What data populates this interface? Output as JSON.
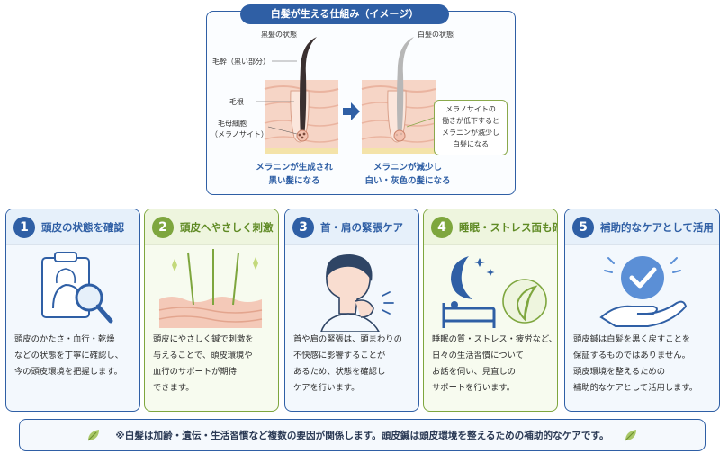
{
  "diagram": {
    "title": "白髪が生える仕組み（イメージ）",
    "black_state_label": "黒髪の状態",
    "white_state_label": "白髪の状態",
    "labels": {
      "shaft": "毛幹（黒い部分）",
      "root": "毛根",
      "matrix_line1": "毛母細胞",
      "matrix_line2": "（メラノサイト）"
    },
    "note": [
      "メラノサイトの",
      "働きが低下すると",
      "メラニンが減少し",
      "白髪になる"
    ],
    "caption_left": [
      "メラニンが生成され",
      "黒い髪になる"
    ],
    "caption_right": [
      "メラニンが減少し",
      "白い・灰色の髪になる"
    ]
  },
  "cards": [
    {
      "number": "1",
      "title": "頭皮の状態を確認",
      "icon": "clipboard-magnifier-icon",
      "body": [
        "頭皮のかたさ・血行・乾燥",
        "などの状態を丁寧に確認し、",
        "今の頭皮環境を把握します。"
      ]
    },
    {
      "number": "2",
      "title": "頭皮へやさしく刺激",
      "icon": "acupuncture-needles-icon",
      "body": [
        "頭皮にやさしく鍼で刺激を",
        "与えることで、頭皮環境や",
        "血行のサポートが期待",
        "できます。"
      ]
    },
    {
      "number": "3",
      "title": "首・肩の緊張ケア",
      "icon": "neck-touch-woman-icon",
      "body": [
        "首や肩の緊張は、頭まわりの",
        "不快感に影響することが",
        "あるため、状態を確認し",
        "ケアを行います。"
      ]
    },
    {
      "number": "4",
      "title": "睡眠・ストレス面も確認",
      "icon": "moon-bed-leaf-icon",
      "body": [
        "睡眠の質・ストレス・疲労など、",
        "日々の生活習慣について",
        "お話を伺い、見直しの",
        "サポートを行います。"
      ]
    },
    {
      "number": "5",
      "title": "補助的なケアとして活用",
      "icon": "hand-checkmark-icon",
      "body": [
        "頭皮鍼は白髪を黒く戻すことを",
        "保証するものではありません。",
        "頭皮環境を整えるための",
        "補助的なケアとして活用します。"
      ]
    }
  ],
  "footer": {
    "text": "※白髪は加齢・遺伝・生活習慣など複数の要因が関係します。頭皮鍼は頭皮環境を整えるための補助的なケアです。",
    "icon": "leaf-icon"
  },
  "colors": {
    "blue_accent": "#2f5fa5",
    "green_accent": "#7ea63e",
    "skin": "#f4c9b8"
  }
}
